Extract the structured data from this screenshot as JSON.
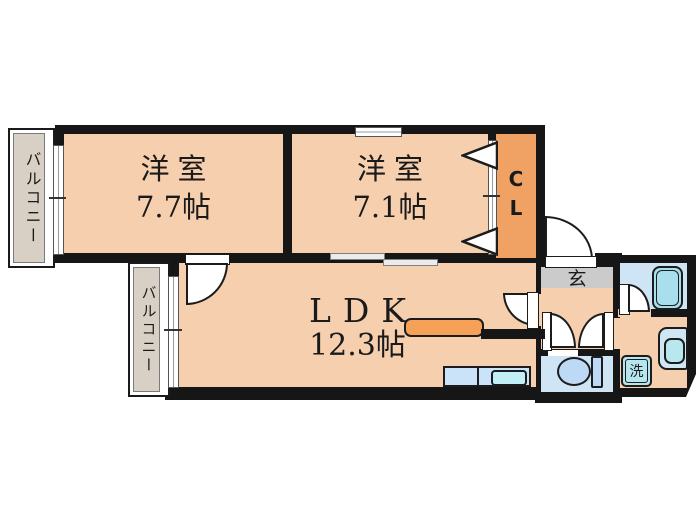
{
  "rooms": {
    "bedroom1": {
      "name": "洋室",
      "size": "7.7帖"
    },
    "bedroom2": {
      "name": "洋室",
      "size": "7.1帖"
    },
    "ldk": {
      "name": "LDK",
      "size": "12.3帖"
    },
    "closet": {
      "label": "CL"
    },
    "entrance": {
      "label": "玄"
    },
    "laundry": {
      "label": "洗"
    },
    "balcony_top": {
      "label": "バルコニー"
    },
    "balcony_left": {
      "label": "バルコニー"
    }
  },
  "colors": {
    "wall": "#161616",
    "room_fill": "#f6cfae",
    "closet_fill": "#f0a164",
    "counter_fill": "#f6a158",
    "wet_room_fill": "#cfe4f4",
    "fixture_blue": "#bdd9f6",
    "cyan_fill": "#b5e5ee",
    "kitchen_fill": "#cbe3f8",
    "balcony_fill": "#d8d0c5",
    "genkan_fill": "#cbcbcb"
  }
}
